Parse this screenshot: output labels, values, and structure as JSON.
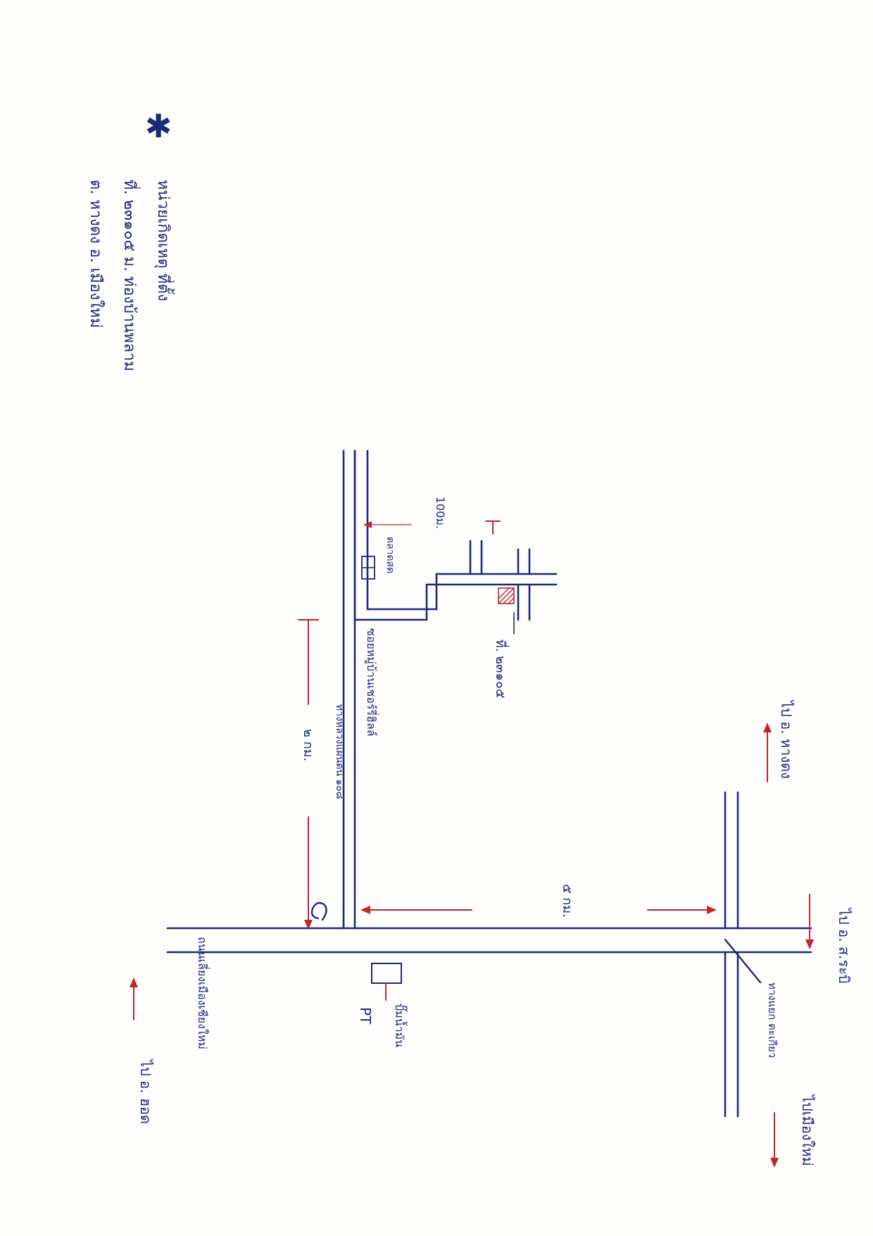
{
  "header": {
    "star_symbol": "✱",
    "title": "หน่วยเกิดเหตุ ที่ตั้ง",
    "address_line1": "ที่. ๒๓๑๐๕ ม. ท่องบ้านพลาม",
    "address_line2": "ต. หางดง อ. เมืองใหม่"
  },
  "labels": {
    "to_hangdong": "ไป อ. หางดง",
    "to_saraphi": "ไป อ. ส.ระบิ",
    "to_city": "ไปเมืองใหม่",
    "to_hot": "ไป อ. ฮอด",
    "junction": "ทางแยก ตะเกียว",
    "distance_5km": "๕ กม.",
    "distance_2km": "๒ กม.",
    "outer_ring_road": "ถนนเลี่ยงเมืองเชียงใหม่",
    "highway": "ทางหลวงแผ่นดิน ๑๐๘",
    "soi_name": "ซอยหมู่บ้านเชอร์รี่ฮิลล์",
    "house_number": "ที่. ๒๓๑๐๕",
    "distance_100m": "100ม.",
    "market_label": "ตลาดสด",
    "gas_station": "ปั๊มน้ำมัน",
    "gas_brand": "PT"
  },
  "colors": {
    "ink": "#1d2a7a",
    "arrow": "#c0262c"
  }
}
